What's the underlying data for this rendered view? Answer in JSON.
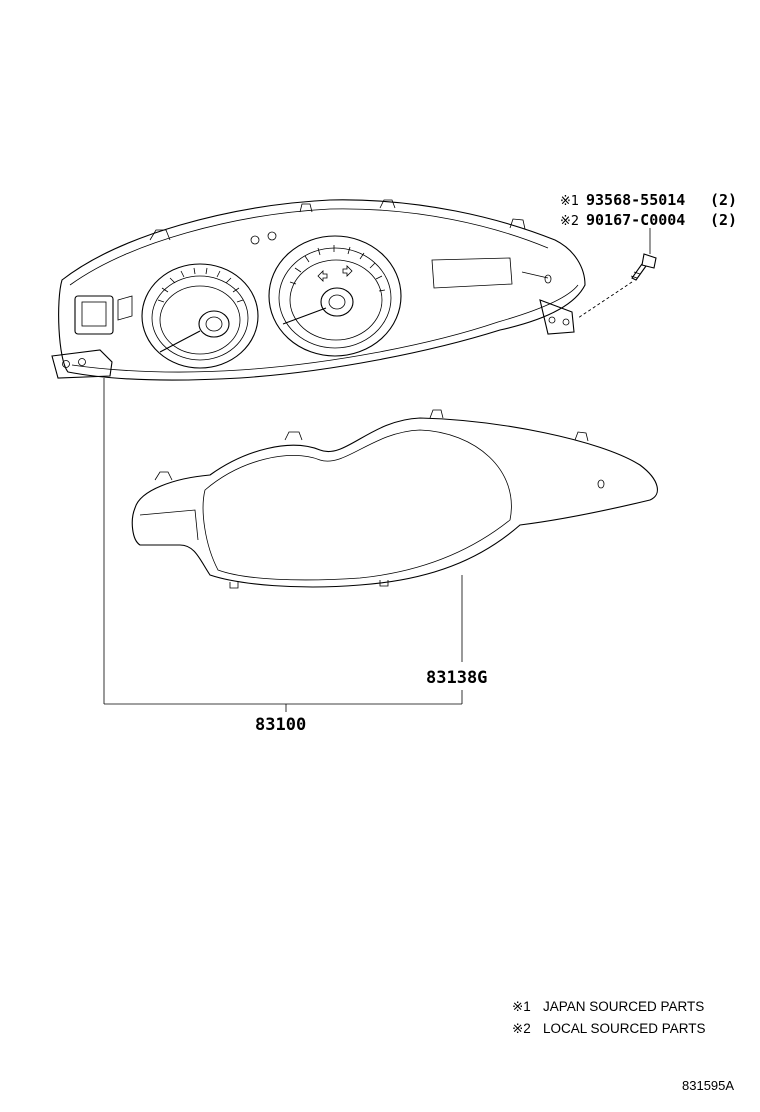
{
  "parts": {
    "meter_assy": {
      "number": "83100"
    },
    "glass_cover": {
      "number": "83138G"
    }
  },
  "callouts": [
    {
      "mark": "※1",
      "number": "93568-55014",
      "qty": "(2)"
    },
    {
      "mark": "※2",
      "number": "90167-C0004",
      "qty": "(2)"
    }
  ],
  "notes": [
    {
      "mark": "※1",
      "text": "JAPAN SOURCED PARTS"
    },
    {
      "mark": "※2",
      "text": "LOCAL SOURCED PARTS"
    }
  ],
  "diagram_code": "831595A"
}
